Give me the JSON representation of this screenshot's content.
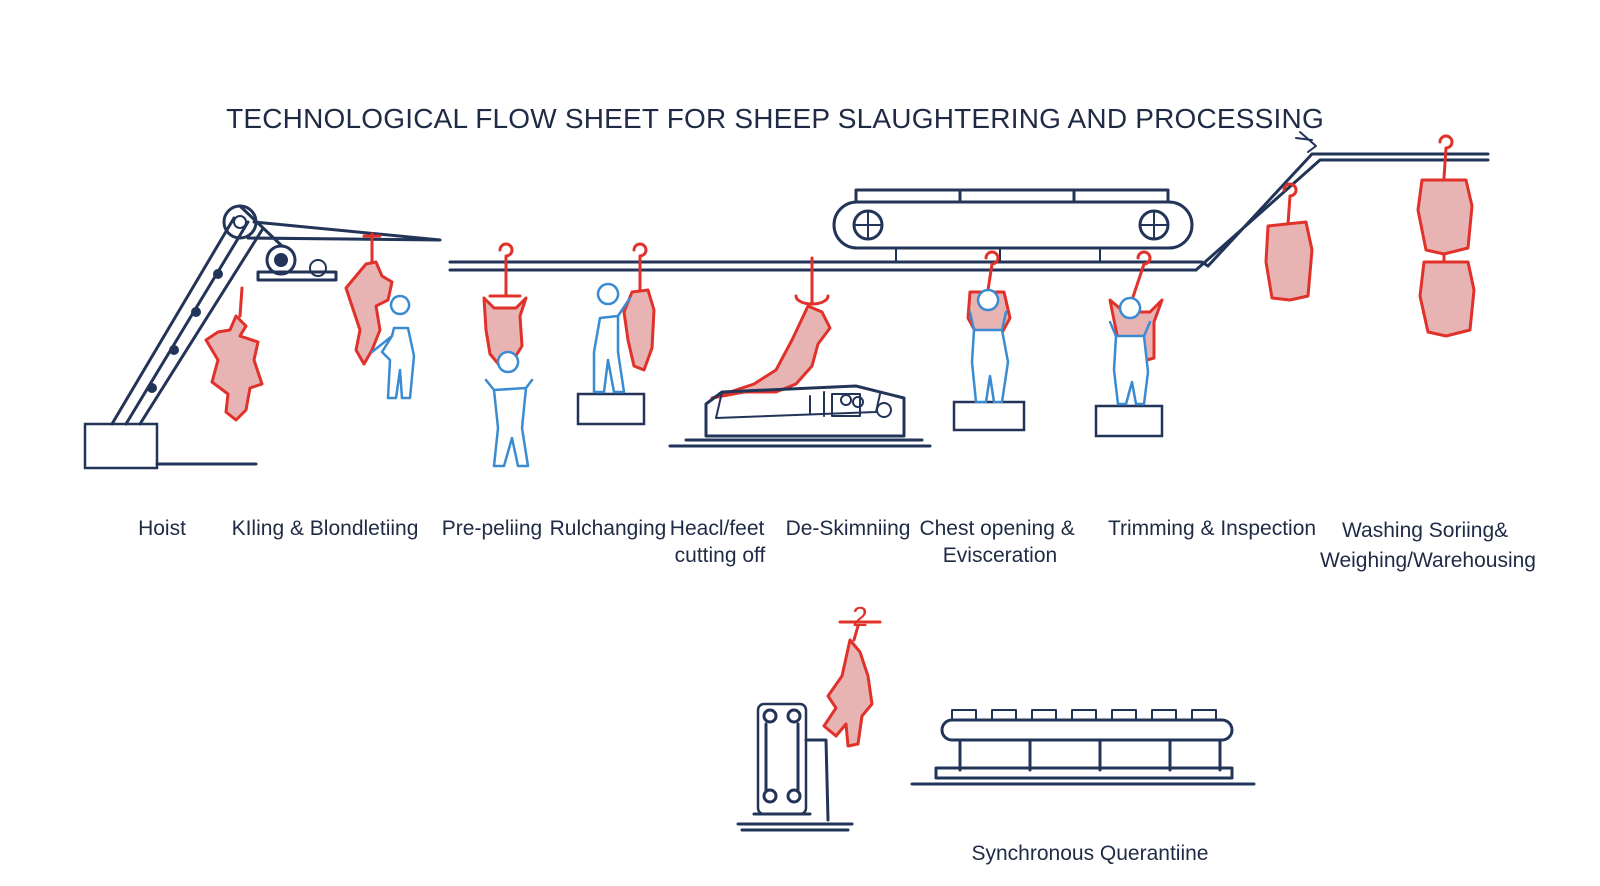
{
  "title": "TECHNOLOGICAL FLOW SHEET FOR SHEEP SLAUGHTERING AND PROCESSING",
  "stages": [
    {
      "id": "hoist",
      "lines": [
        "Hoist"
      ]
    },
    {
      "id": "killing",
      "lines": [
        "KIling & Blondletiing"
      ]
    },
    {
      "id": "pre-peeling",
      "lines": [
        "Pre-peliing"
      ]
    },
    {
      "id": "rehanging",
      "lines": [
        "Rulchanging"
      ]
    },
    {
      "id": "head-feet",
      "lines": [
        "Heacl/feet",
        "cutting off"
      ]
    },
    {
      "id": "de-skinning",
      "lines": [
        "De-Skimniing"
      ]
    },
    {
      "id": "chest-opening",
      "lines": [
        "Chest opening &",
        "Evisceration"
      ]
    },
    {
      "id": "trimming",
      "lines": [
        "Trimming & Inspection"
      ]
    },
    {
      "id": "washing",
      "lines": [
        "Washing Soriing&",
        "Weighing/Warehousing"
      ]
    }
  ],
  "quarantine": {
    "label": "Synchronous Querantiine",
    "hook_number": "2"
  },
  "colors": {
    "line": "#223458",
    "carcass_outline": "#e0312b",
    "carcass_fill": "#e8b3b3",
    "worker": "#3a8bd1",
    "text": "#1f2a44"
  }
}
